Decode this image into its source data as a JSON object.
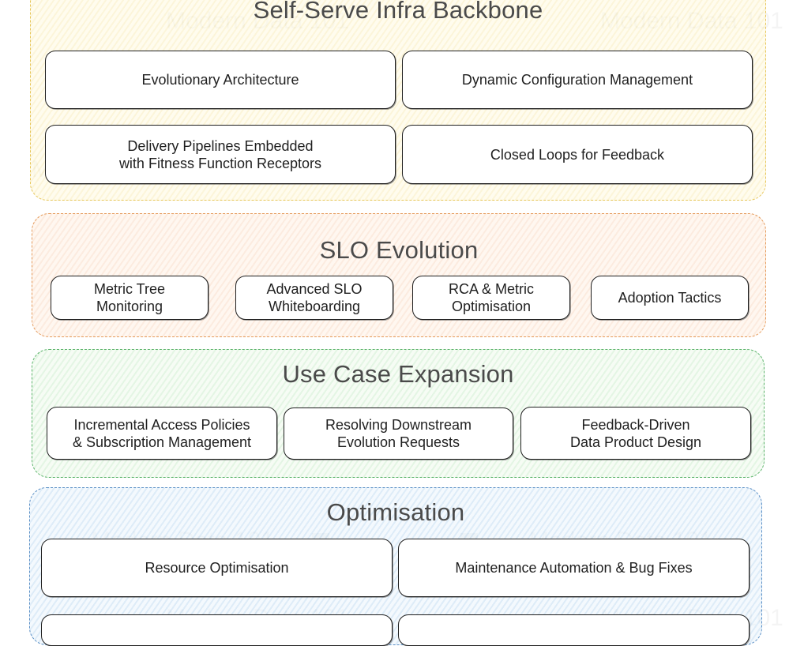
{
  "watermark": "Modern Data 101",
  "sections": {
    "infra": {
      "title": "Self-Serve Infra Backbone",
      "boxes": [
        "Evolutionary Architecture",
        "Dynamic Configuration Management",
        "Delivery Pipelines Embedded\nwith Fitness Function Receptors",
        "Closed Loops for Feedback"
      ]
    },
    "slo": {
      "title": "SLO Evolution",
      "boxes": [
        "Metric Tree\nMonitoring",
        "Advanced SLO\nWhiteboarding",
        "RCA & Metric\nOptimisation",
        "Adoption Tactics"
      ]
    },
    "usecase": {
      "title": "Use Case Expansion",
      "boxes": [
        "Incremental Access Policies\n& Subscription Management",
        "Resolving Downstream\nEvolution Requests",
        "Feedback-Driven\nData Product Design"
      ]
    },
    "optimisation": {
      "title": "Optimisation",
      "boxes": [
        "Resource Optimisation",
        "Maintenance Automation & Bug Fixes"
      ]
    }
  },
  "colors": {
    "infra": "#e7c65a",
    "slo": "#e59a5a",
    "usecase": "#5bb36a",
    "optimisation": "#5a8fc6"
  }
}
